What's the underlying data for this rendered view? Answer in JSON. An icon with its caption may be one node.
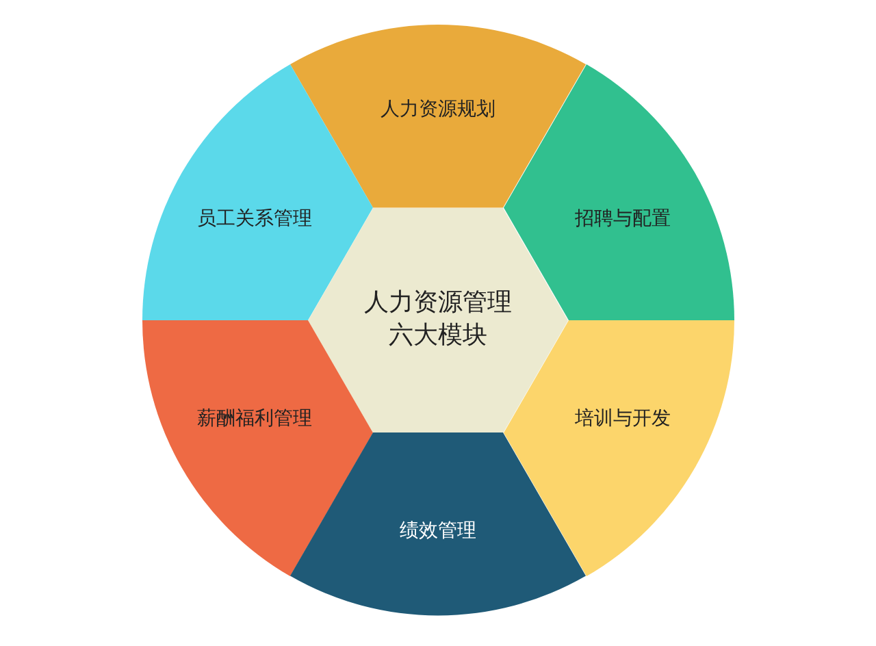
{
  "diagram": {
    "nodes": [
      {
        "text": [
          "人力资源规划"
        ]
      },
      {
        "text": [
          "员工关系管理"
        ]
      },
      {
        "text": [
          "招聘与配置"
        ]
      },
      {
        "text": [
          "人力资源管理六大模块"
        ]
      },
      {
        "text": [
          "薪酬福利管理"
        ]
      },
      {
        "text": [
          "培训与开发"
        ]
      },
      {
        "text": [
          "绩效管理"
        ]
      }
    ]
  }
}
